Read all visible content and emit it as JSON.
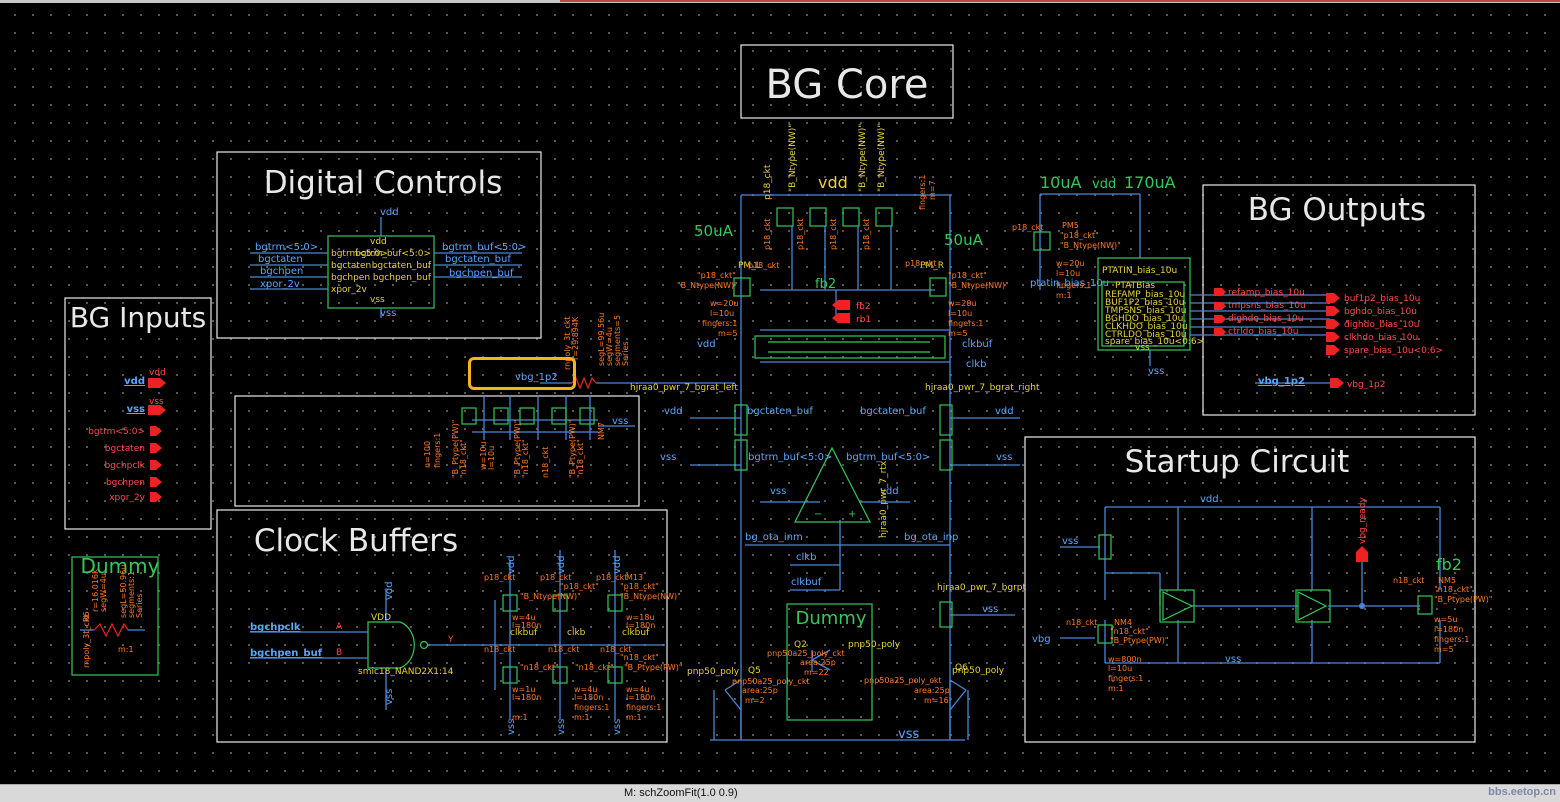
{
  "frames": {
    "bg_core": "BG Core",
    "digital_controls": "Digital Controls",
    "bg_inputs": "BG Inputs",
    "bg_outputs": "BG Outputs",
    "clock_buffers": "Clock Buffers",
    "startup_circuit": "Startup Circuit",
    "dummy_left": "Dummy",
    "dummy_center": "Dummy"
  },
  "inputs_pins": [
    "vdd",
    "vss",
    "bgtrm<5:0>",
    "bgctaten",
    "bgchpclk",
    "bgchpen",
    "xpor_2v"
  ],
  "inputs_nets": {
    "vdd": "vdd",
    "vss": "vss"
  },
  "digital_block": {
    "vdd": "vdd",
    "vss": "vss",
    "nets_left": [
      "bgtrm<5:0>",
      "bgctaten",
      "bgchpen",
      "xpor_2v"
    ],
    "ports_left": [
      "bgtrm<5:0>",
      "bgctaten",
      "bgchpen",
      "xpor_2v"
    ],
    "ports_right": [
      "bgtrm_buf<5:0>",
      "bgctaten_buf",
      "bgchpen_buf"
    ],
    "nets_right": [
      "bgtrm_buf<5:0>",
      "bgctaten_buf",
      "bgchpen_buf"
    ],
    "pin_vdd": "vdd",
    "pin_vss": "vss"
  },
  "outputs": {
    "block_title": "PTATBias",
    "block_top": "PTATIN_bias_10u",
    "block_vss": "vss",
    "block_ports": [
      "REFAMP_bias_10u",
      "BUF1P2_bias_10u",
      "TMPSNS_bias_10u",
      "BGHDO_bias_10u",
      "CLKHDO_bias_10u",
      "CTRLDO_bias_10u",
      "spare_bias_10u<0:6>"
    ],
    "nets_left": [
      "refamp_bias_10u",
      "tmpsns_bias_10u",
      "dighdo_bias_10u",
      "ctrldo_bias_10u"
    ],
    "pins_right": [
      "buf1p2_bias_10u",
      "bghdo_bias_10u",
      "dighdo_bias_10u",
      "clkhdo_bias_10u",
      "spare_bias_10u<0:6>"
    ],
    "vbg_net": "vbg_1p2",
    "vbg_pin": "vbg_1p2",
    "current_label": "10uA",
    "vdd_label": "vdd",
    "current_label2": "170uA",
    "ptatin_net": "ptatin_bias_10u"
  },
  "core": {
    "current_left": "50uA",
    "current_right": "50uA",
    "fb2": "fb2",
    "pins": [
      "fb2",
      "rb1"
    ],
    "nets": [
      "vdd",
      "clkbuf",
      "clkb",
      "hjraa0_pwr_7_bgrat_left",
      "hjraa0_pwr_7_bgrat_right",
      "vdd",
      "bgctaten_buf",
      "bgctaten_buf",
      "vdd",
      "vss",
      "bgtrm_buf<5:0>",
      "bgtrm_buf<5:0>",
      "vss",
      "vss",
      "vdd",
      "hjraa0_pwr_7_rtx",
      "bg_ota_inm",
      "bg_ota_inp",
      "clkb",
      "clkbuf",
      "hjraa0_pwr_7_bgrpt",
      "vss",
      "vss"
    ],
    "pm_l": "PM_L",
    "pm_r": "PM_R",
    "dev_left": [
      "p18_ckt",
      "\"p18_ckt\"",
      "\"B_Ntype(NW)\"",
      "w=20u",
      "l=10u",
      "fingers:1",
      "m=5"
    ],
    "dev_right": [
      "p18_ckt",
      "\"p18_ckt\"",
      "\"B_Ntype(NW)\"",
      "w=20u",
      "l=10u",
      "fingers:1",
      "m=5"
    ],
    "q5": [
      "pnp50_poly",
      "Q5",
      "pnp50a25_poly_ckt",
      "area:25p",
      "m=2"
    ],
    "q6": [
      "pnp50_poly",
      "Q6",
      "pnp50a25_poly_ckt",
      "area:25p",
      "m=16"
    ],
    "q2": [
      "Q2",
      "pnp50_poly",
      "pnp50a25_poly_ckt",
      "area:25p",
      "m=22"
    ],
    "vss_bottom": "vss"
  },
  "vbg_label": "vbg_1p2",
  "clock": {
    "in1": "bgchpclk",
    "in2": "bgchpen_buf",
    "gate": "smic18_NAND2X1:14",
    "vdd": "vdd",
    "vss": "vss",
    "pin_a": "A",
    "pin_b": "B",
    "pin_y": "Y",
    "vdd_pin": "VDD",
    "nets": [
      "clkbuf",
      "clkb",
      "clkbuf"
    ],
    "devs": [
      "p18_ckt",
      "n18_ckt",
      "w=4u",
      "l=180n",
      "w=1u",
      "l=180n",
      "w=18u",
      "l=180n",
      "m:1",
      "M13"
    ]
  },
  "startup": {
    "vdd": "vdd",
    "vss": "vss",
    "vbg_ready": "vbg_ready",
    "vbg": "vbg",
    "fb2": "fb2",
    "dev_n": [
      "n18_ckt",
      "NM4",
      "\"n18_ckt\"",
      "\"B_Ptype(PW)\"",
      "w=800n",
      "l=10u",
      "fingers:1",
      "m:1"
    ],
    "dev_r": [
      "n18_ckt",
      "NM5",
      "\"n18_ckt\"",
      "\"B_Ptype(PW)\"",
      "w=5u",
      "l=180n",
      "fingers:1",
      "m=5"
    ]
  },
  "dummy_res": [
    "rnpoly_3t_ckt",
    "R6",
    "r=16.016K",
    "segW=4u",
    "segL=50.96u",
    "segments:1",
    "Series",
    "m:1"
  ],
  "status": "M: schZoomFit(1.0 0.9)",
  "watermark": "bbs.eetop.cn",
  "colors": {
    "background": "#000000",
    "wire": "#4b86d6",
    "pin": "#ee2222",
    "highlight": "#f6b416",
    "symbol": "#36c759",
    "label": "#e8d23a",
    "param": "#ff7a22"
  }
}
